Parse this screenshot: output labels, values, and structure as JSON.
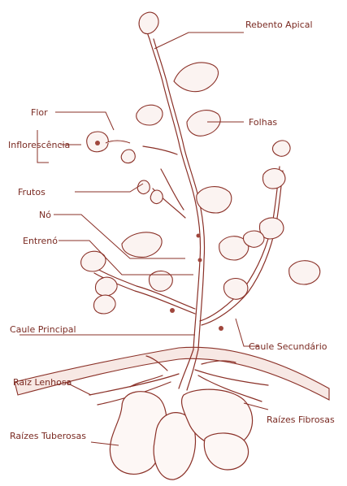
{
  "labels": {
    "rebento_apical": "Rebento Apical",
    "flor": "Flor",
    "inflorescencia": "Inflorescência",
    "folhas": "Folhas",
    "frutos": "Frutos",
    "no": "Nó",
    "entreno": "Entrenó",
    "caule_principal": "Caule Principal",
    "caule_secundario": "Caule Secundário",
    "raiz_lenhosa": "Raiz Lenhosa",
    "raizes_fibrosas": "Raízes Fibrosas",
    "raizes_tuberosas": "Raízes Tuberosas"
  },
  "colors": {
    "ink": "#8a3027",
    "label": "#7a2a22",
    "ground_fill": "#f7e8e4"
  }
}
